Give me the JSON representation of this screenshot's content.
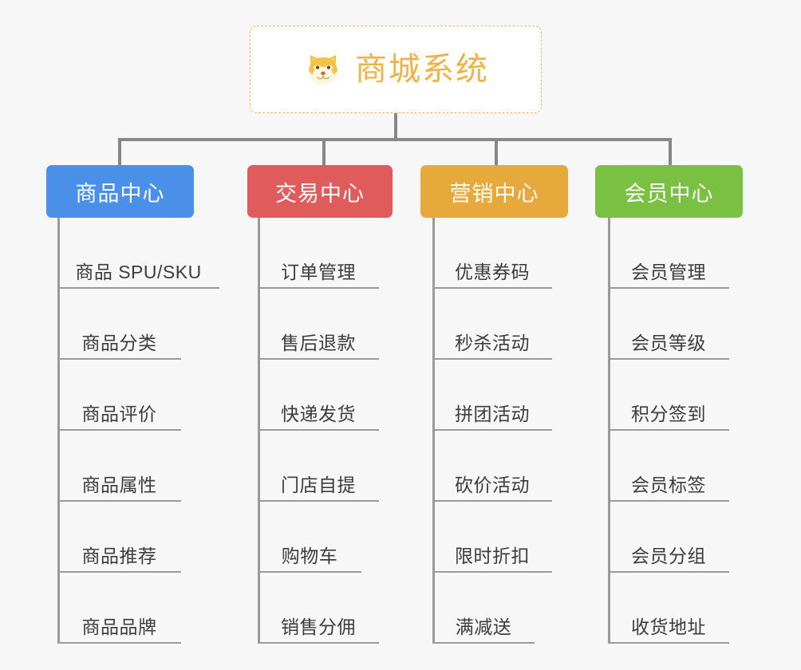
{
  "background_color": "#f7f7f7",
  "root": {
    "icon": "shiba-dog-face-emoji",
    "title": "商城系统",
    "title_color": "#eeb344",
    "border_color": "#e9b95e",
    "background": "#ffffff"
  },
  "connector_color": "#878787",
  "columns": [
    {
      "header": {
        "label": "商品中心",
        "color": "#4a90e8"
      },
      "items": [
        {
          "label": "商品 SPU/SKU"
        },
        {
          "label": "商品分类"
        },
        {
          "label": "商品评价"
        },
        {
          "label": "商品属性"
        },
        {
          "label": "商品推荐"
        },
        {
          "label": "商品品牌"
        }
      ]
    },
    {
      "header": {
        "label": "交易中心",
        "color": "#e05c5c"
      },
      "items": [
        {
          "label": "订单管理"
        },
        {
          "label": "售后退款"
        },
        {
          "label": "快递发货"
        },
        {
          "label": "门店自提"
        },
        {
          "label": "购物车"
        },
        {
          "label": "销售分佣"
        }
      ]
    },
    {
      "header": {
        "label": "营销中心",
        "color": "#e8a93c"
      },
      "items": [
        {
          "label": "优惠券码"
        },
        {
          "label": "秒杀活动"
        },
        {
          "label": "拼团活动"
        },
        {
          "label": "砍价活动"
        },
        {
          "label": "限时折扣"
        },
        {
          "label": "满减送"
        }
      ]
    },
    {
      "header": {
        "label": "会员中心",
        "color": "#7ac143"
      },
      "items": [
        {
          "label": "会员管理"
        },
        {
          "label": "会员等级"
        },
        {
          "label": "积分签到"
        },
        {
          "label": "会员标签"
        },
        {
          "label": "会员分组"
        },
        {
          "label": "收货地址"
        }
      ]
    }
  ]
}
